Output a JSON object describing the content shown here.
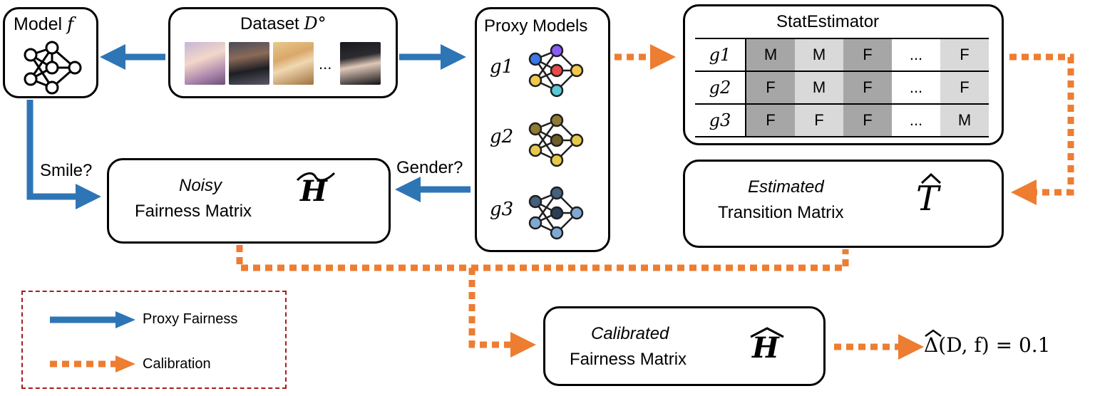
{
  "model_box": {
    "label": "Model",
    "symbol": "f"
  },
  "dataset_box": {
    "label": "Dataset",
    "symbol": "D°",
    "ellipsis": "..."
  },
  "proxy_box": {
    "title": "Proxy Models",
    "models": [
      "g1",
      "g2",
      "g3"
    ]
  },
  "stat_box": {
    "title": "StatEstimator",
    "rows": [
      {
        "name": "g1",
        "cells": [
          "M",
          "M",
          "F",
          "...",
          "F"
        ]
      },
      {
        "name": "g2",
        "cells": [
          "F",
          "M",
          "F",
          "...",
          "F"
        ]
      },
      {
        "name": "g3",
        "cells": [
          "F",
          "F",
          "F",
          "...",
          "M"
        ]
      }
    ]
  },
  "noisy_box": {
    "italic": "Noisy",
    "text": "Fairness Matrix",
    "symbol": "H"
  },
  "estimated_box": {
    "italic": "Estimated",
    "text": "Transition Matrix",
    "symbol": "T"
  },
  "calibrated_box": {
    "italic": "Calibrated",
    "text": "Fairness Matrix",
    "symbol": "H"
  },
  "edge_labels": {
    "smile": "Smile?",
    "gender": "Gender?"
  },
  "result": "Δ(D, f) = 0.1",
  "legend": {
    "proxy": "Proxy Fairness",
    "calibration": "Calibration"
  },
  "colors": {
    "blue": "#2e75b6",
    "orange": "#ed7d31",
    "legend_border": "#a61c1c"
  }
}
